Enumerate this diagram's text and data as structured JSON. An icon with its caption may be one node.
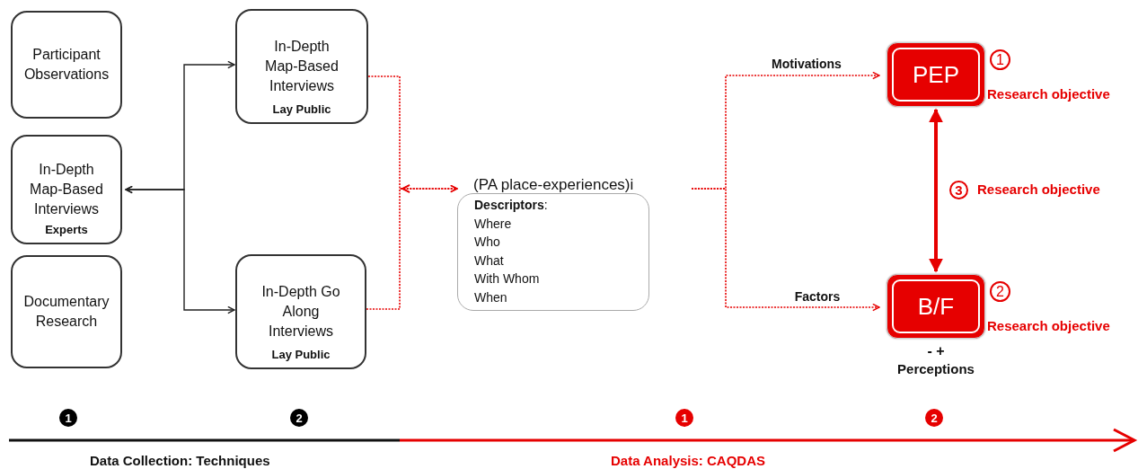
{
  "diagram": {
    "nodes": [
      {
        "text": [
          "Participant Observations"
        ]
      },
      {
        "text": [
          "In-Depth Map-Based Interviews",
          "Experts"
        ]
      },
      {
        "text": [
          "Documentary Research"
        ]
      },
      {
        "text": [
          "In-Depth Map-Based Interviews",
          "Lay Public"
        ]
      },
      {
        "text": [
          "In-Depth Go Along Interviews",
          "Lay Public"
        ]
      },
      {
        "text": [
          "(PA place-experiences)i",
          "**Descriptors**:",
          "Where",
          "Who",
          "What",
          "With Whom",
          "When"
        ]
      },
      {
        "text": [
          "PEP"
        ],
        "beside": [
          "1",
          "Research objective"
        ]
      },
      {
        "text": [
          "B/F"
        ],
        "beside": [
          "2",
          "Research objective",
          "- +",
          "Perceptions"
        ]
      }
    ],
    "edges": [
      {
        "from": 1,
        "to": 3,
        "arrow": "both",
        "color": "#222222"
      },
      {
        "from": 1,
        "to": 4,
        "arrow": "both",
        "color": "#222222"
      },
      {
        "from": 3,
        "to": 5,
        "arrow": "to",
        "style": "dashed"
      },
      {
        "from": 4,
        "to": 5,
        "arrow": "to",
        "style": "dashed"
      },
      {
        "from": 5,
        "to": 6,
        "arrow": "to",
        "label": "Motivations",
        "style": "dashed"
      },
      {
        "from": 5,
        "to": 7,
        "arrow": "to",
        "label": "Factors",
        "style": "dashed"
      },
      {
        "from": 6,
        "to": 7,
        "arrow": "both",
        "style": "thick"
      }
    ],
    "labels": [
      "3",
      "Research objective",
      "1",
      "2",
      "1",
      "2",
      "Data Collection: Techniques",
      "Data Analysis: CAQDAS"
    ]
  }
}
